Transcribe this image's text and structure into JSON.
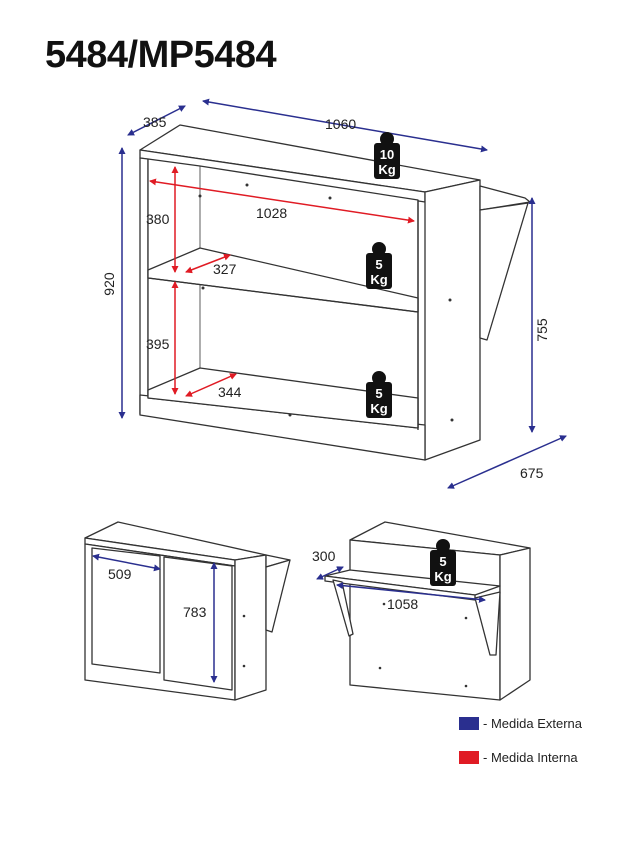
{
  "title": "5484/MP5484",
  "colors": {
    "external": "#2a2f8f",
    "internal": "#e01b24",
    "line": "#333333"
  },
  "dimensions": {
    "depth": "385",
    "width": "1060",
    "height": "920",
    "height_with_tray": "755",
    "depth_with_tray": "675",
    "upper_gap": "380",
    "lower_gap": "395",
    "inner_width": "1028",
    "upper_shelf_depth": "327",
    "lower_shelf_depth": "344",
    "door_width": "509",
    "door_height": "783",
    "tray_depth": "300",
    "tray_width": "1058"
  },
  "weights": {
    "top": {
      "value": "10",
      "unit": "Kg"
    },
    "upper_shelf": {
      "value": "5",
      "unit": "Kg"
    },
    "lower_shelf": {
      "value": "5",
      "unit": "Kg"
    },
    "tray": {
      "value": "5",
      "unit": "Kg"
    }
  },
  "legend": [
    {
      "label": "- Medida Externa",
      "color": "#2a2f8f"
    },
    {
      "label": "- Medida Interna",
      "color": "#e01b24"
    }
  ]
}
